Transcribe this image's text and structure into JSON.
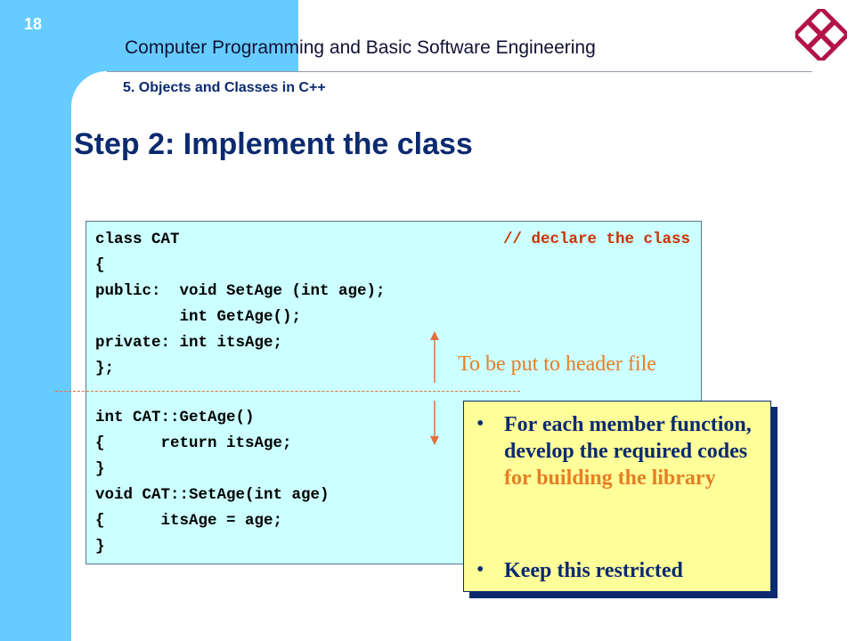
{
  "slide": {
    "number": "18",
    "course_title": "Computer Programming and Basic Software Engineering",
    "subtitle": "5. Objects and Classes in C++",
    "heading": "Step 2: Implement the class"
  },
  "code": {
    "lines": [
      "class CAT",
      "{",
      "public:  void SetAge (int age);",
      "         int GetAge();",
      "private: int itsAge;",
      "};",
      "",
      "int CAT::GetAge()",
      "{      return itsAge;",
      "}",
      "void CAT::SetAge(int age)",
      "{      itsAge = age;",
      "}"
    ],
    "comment": "// declare the class"
  },
  "header_note": "To be put to header file",
  "note": {
    "items": [
      {
        "text": "For each member function, develop the required codes ",
        "accent": "for building the library"
      },
      {
        "text": "Keep this restricted",
        "accent": ""
      }
    ]
  },
  "colors": {
    "band": "#66ccff",
    "heading": "#0b2a6f",
    "code_bg": "#ccffff",
    "note_bg": "#ffff99",
    "accent": "#e67e22",
    "comment": "#cc3300"
  },
  "icons": {
    "logo": "university-logo-icon",
    "arrow": "double-arrow-icon"
  }
}
